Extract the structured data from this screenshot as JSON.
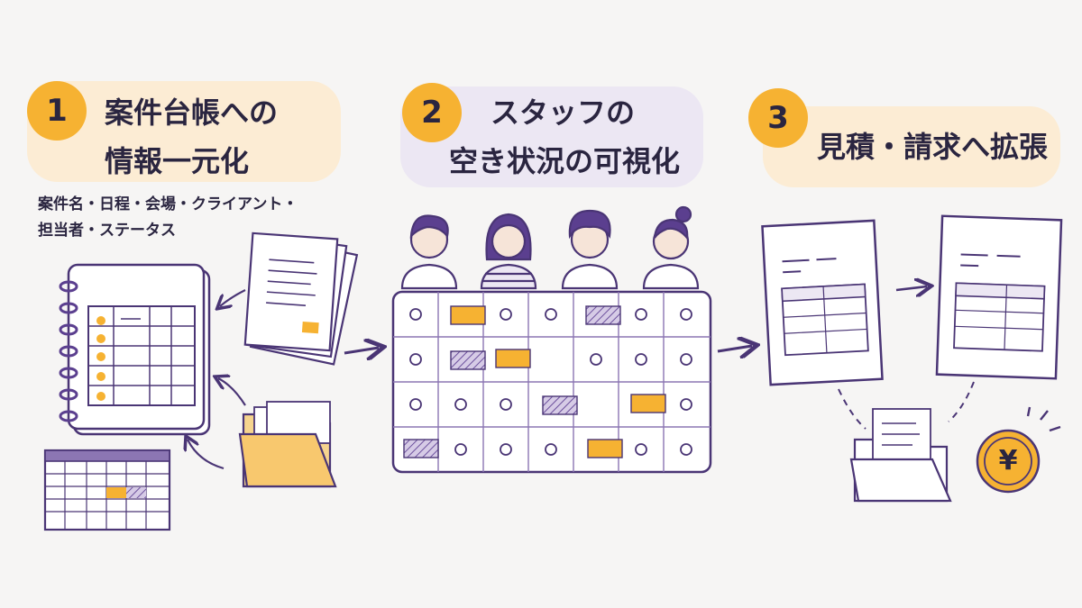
{
  "steps": [
    {
      "number": "1",
      "title_line1": "案件台帳への",
      "title_line2": "情報一元化",
      "subtitle_line1": "案件名・日程・会場・クライアント・",
      "subtitle_line2": "担当者・ステータス"
    },
    {
      "number": "2",
      "title_line1": "スタッフの",
      "title_line2": "空き状況の可視化"
    },
    {
      "number": "3",
      "title_line1": "見積・請求へ拡張"
    }
  ],
  "icons": [
    "notebook-icon",
    "document-stack-icon",
    "folder-icon",
    "spreadsheet-icon",
    "staff-avatar-icon",
    "schedule-grid-icon",
    "estimate-document-icon",
    "invoice-document-icon",
    "yen-coin-icon"
  ],
  "colors": {
    "accent_orange": "#f6b232",
    "accent_purple": "#5b3f8f",
    "blob_orange": "#fcecd4",
    "blob_purple": "#ece7f3"
  },
  "currency_symbol": "¥"
}
